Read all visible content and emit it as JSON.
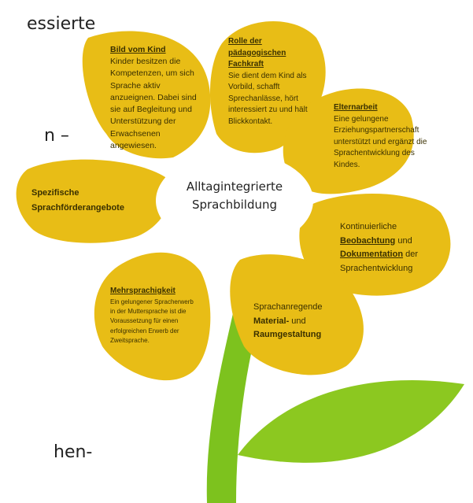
{
  "background_text": {
    "line1": "essierte",
    "line2": "n –",
    "line3": "hen-"
  },
  "center": {
    "line1": "Alltagintegrierte",
    "line2": "Sprachbildung"
  },
  "petals": {
    "bild_vom_kind": {
      "title": "Bild vom Kind",
      "text": "Kinder besitzen die Kompetenzen, um sich Sprache aktiv anzueignen. Dabei sind sie auf Begleitung und Unterstützung der Erwachsenen angewiesen."
    },
    "rolle": {
      "title": "Rolle der pädagogischen Fachkraft",
      "text": "Sie dient dem Kind als Vorbild, schafft Sprechanlässe, hört interessiert zu und hält Blickkontakt."
    },
    "elternarbeit": {
      "title": "Elternarbeit",
      "text": "Eine gelungene Erziehungspartnerschaft unterstützt und ergänzt die Sprachentwicklung des Kindes."
    },
    "spezifische": {
      "line1": "Spezifische",
      "line2": "Sprachförderangebote"
    },
    "beobachtung": {
      "line1": "Kontinuierliche",
      "word_beobachtung": "Beobachtung",
      "und": " und",
      "word_dokumentation": "Dokumentation",
      "der": " der",
      "line4": "Sprachentwicklung"
    },
    "mehrsprachigkeit": {
      "title": "Mehrsprachigkeit",
      "text": "Ein gelungener Spracherwerb in der Muttersprache ist die Voraussetzung für einen erfolgreichen Erwerb der Zweitsprache."
    },
    "material": {
      "line1": "Sprachanregende",
      "word_material": "Material-",
      "und": " und",
      "line3": "Raumgestaltung"
    }
  },
  "colors": {
    "petal": "#e8bd16",
    "petal_edge": "#d9a90a",
    "center": "#ffffff",
    "stem": "#7dc21e",
    "leaf": "#8cc820"
  }
}
